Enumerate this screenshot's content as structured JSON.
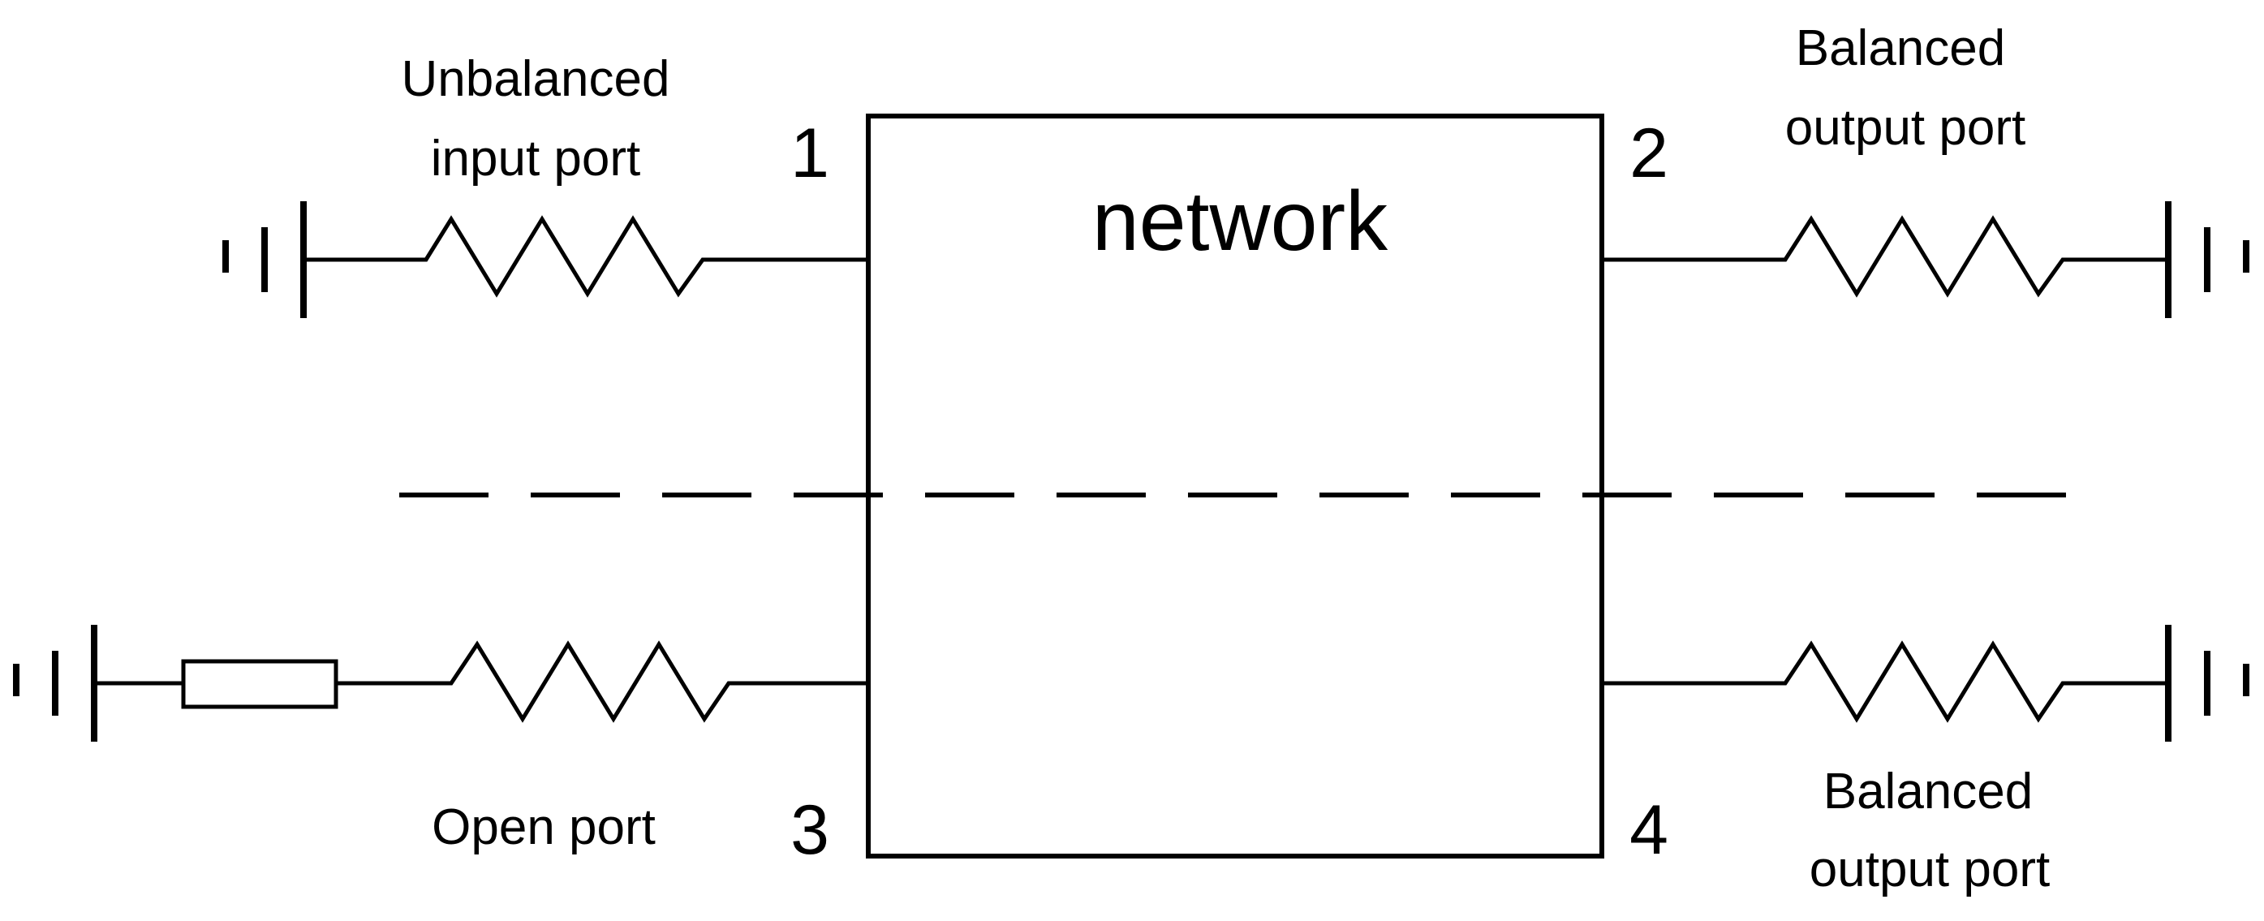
{
  "network_block": {
    "title": "network"
  },
  "ports": [
    {
      "number": "1",
      "label_lines": [
        "Unbalanced",
        "input port"
      ]
    },
    {
      "number": "2",
      "label_lines": [
        "Balanced",
        "output port"
      ]
    },
    {
      "number": "3",
      "label_lines": [
        "Open port"
      ]
    },
    {
      "number": "4",
      "label_lines": [
        "Balanced",
        "output port"
      ]
    }
  ],
  "colors": {
    "line": "#000000",
    "background": "#ffffff"
  }
}
